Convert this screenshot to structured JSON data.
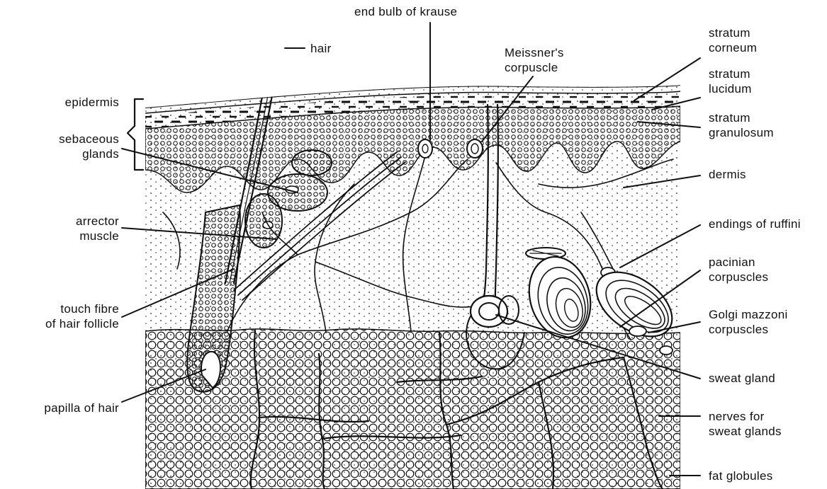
{
  "labels": {
    "hair": "hair",
    "end_bulb": "end bulb of krause",
    "meissner_1": "Meissner's",
    "meissner_2": "corpuscle",
    "stratum_corneum_1": "stratum",
    "stratum_corneum_2": "corneum",
    "stratum_lucidum_1": "stratum",
    "stratum_lucidum_2": "lucidum",
    "stratum_granulosum_1": "stratum",
    "stratum_granulosum_2": "granulosum",
    "dermis": "dermis",
    "endings_ruffini": "endings of ruffini",
    "pacinian_1": "pacinian",
    "pacinian_2": "corpuscles",
    "golgi_1": "Golgi mazzoni",
    "golgi_2": "corpuscles",
    "sweat_gland": "sweat gland",
    "nerves_1": "nerves for",
    "nerves_2": "sweat glands",
    "fat_globules": "fat globules",
    "epidermis": "epidermis",
    "sebaceous_1": "sebaceous",
    "sebaceous_2": "glands",
    "arrector_1": "arrector",
    "arrector_2": "muscle",
    "touch_1": "touch fibre",
    "touch_2": "of hair follicle",
    "papilla": "papilla of hair"
  }
}
